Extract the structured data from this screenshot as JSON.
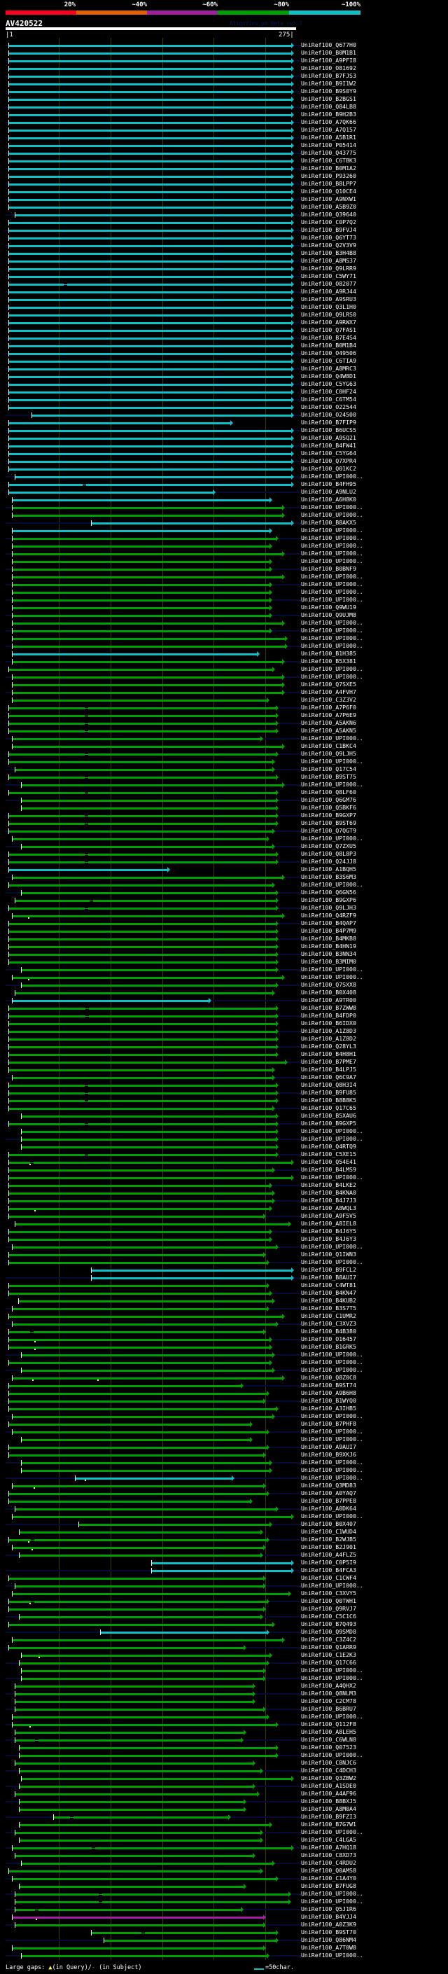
{
  "header": {
    "percent_labels": [
      "20%",
      "~40%",
      "~60%",
      "~80%",
      "~100%"
    ],
    "percent_colors": [
      "#ff0020",
      "#e06000",
      "#a020a0",
      "#00a000",
      "#10c0c8"
    ],
    "query_name": "AV420522",
    "version_text": "AlignView.pm Beta rel.7",
    "ruler_start": "|1",
    "ruler_end": "275|"
  },
  "query_length": 275,
  "grid_positions": [
    50,
    100,
    150,
    200,
    250
  ],
  "colors": {
    "c": "#10c0c8",
    "g": "#00a000",
    "p": "#a020a0"
  },
  "rows": [
    [
      "UniRef100_Q677H0",
      "c",
      1,
      275
    ],
    [
      "UniRef100_B0M1B1",
      "c",
      1,
      275
    ],
    [
      "UniRef100_A9PFI8",
      "c",
      1,
      275
    ],
    [
      "UniRef100_O81692",
      "c",
      1,
      275
    ],
    [
      "UniRef100_B7FJS3",
      "c",
      1,
      275
    ],
    [
      "UniRef100_B9I1W2",
      "c",
      1,
      275
    ],
    [
      "UniRef100_B9S0Y9",
      "c",
      1,
      275
    ],
    [
      "UniRef100_B2BGS1",
      "c",
      1,
      275
    ],
    [
      "UniRef100_Q84LB8",
      "c",
      1,
      275
    ],
    [
      "UniRef100_B9H2B3",
      "c",
      1,
      275
    ],
    [
      "UniRef100_A7QK66",
      "c",
      1,
      275
    ],
    [
      "UniRef100_A7Q157",
      "c",
      1,
      275
    ],
    [
      "UniRef100_A5B1R1",
      "c",
      1,
      275
    ],
    [
      "UniRef100_P05414",
      "c",
      1,
      275
    ],
    [
      "UniRef100_Q43775",
      "c",
      1,
      275
    ],
    [
      "UniRef100_C6TBK3",
      "c",
      1,
      275
    ],
    [
      "UniRef100_B0M1A2",
      "c",
      1,
      275
    ],
    [
      "UniRef100_P93260",
      "c",
      1,
      275
    ],
    [
      "UniRef100_B8LPP7",
      "c",
      1,
      275
    ],
    [
      "UniRef100_Q10CE4",
      "c",
      1,
      275
    ],
    [
      "UniRef100_A9NXW1",
      "c",
      1,
      275
    ],
    [
      "UniRef100_A5B9Z0",
      "c",
      1,
      275
    ],
    [
      "UniRef100_Q39640",
      "c",
      7,
      275
    ],
    [
      "UniRef100_C0P7Q2",
      "c",
      1,
      275
    ],
    [
      "UniRef100_B9FVJ4",
      "c",
      1,
      275
    ],
    [
      "UniRef100_Q6YT73",
      "c",
      1,
      275
    ],
    [
      "UniRef100_Q2V3V9",
      "c",
      1,
      275
    ],
    [
      "UniRef100_B3H4B8",
      "c",
      1,
      275
    ],
    [
      "UniRef100_A8MS37",
      "c",
      1,
      275
    ],
    [
      "UniRef100_Q9LRR9",
      "c",
      1,
      275
    ],
    [
      "UniRef100_C5WY71",
      "c",
      1,
      275
    ],
    [
      "UniRef100_O82077",
      "c",
      1,
      275,
      56
    ],
    [
      "UniRef100_A9RJ44",
      "c",
      1,
      275
    ],
    [
      "UniRef100_A9SRU3",
      "c",
      1,
      275
    ],
    [
      "UniRef100_Q3L1H0",
      "c",
      1,
      275
    ],
    [
      "UniRef100_Q9LRS0",
      "c",
      1,
      275
    ],
    [
      "UniRef100_A9RWX7",
      "c",
      1,
      275
    ],
    [
      "UniRef100_Q7FAS1",
      "c",
      1,
      275
    ],
    [
      "UniRef100_B7E4S4",
      "c",
      1,
      275
    ],
    [
      "UniRef100_B0M1B4",
      "c",
      1,
      275
    ],
    [
      "UniRef100_O49506",
      "c",
      1,
      275
    ],
    [
      "UniRef100_C6TIA9",
      "c",
      1,
      275
    ],
    [
      "UniRef100_A8MRC3",
      "c",
      1,
      275
    ],
    [
      "UniRef100_Q4W8D1",
      "c",
      1,
      275
    ],
    [
      "UniRef100_C5YG63",
      "c",
      1,
      275
    ],
    [
      "UniRef100_C0HF24",
      "c",
      1,
      275
    ],
    [
      "UniRef100_C6TM54",
      "c",
      1,
      275
    ],
    [
      "UniRef100_O22544",
      "c",
      1,
      275
    ],
    [
      "UniRef100_O24500",
      "c",
      23,
      275
    ],
    [
      "UniRef100_B7FIP9",
      "c",
      1,
      216
    ],
    [
      "UniRef100_B6UCS5",
      "c",
      1,
      275
    ],
    [
      "UniRef100_A9SQ21",
      "c",
      1,
      275
    ],
    [
      "UniRef100_B4FW41",
      "c",
      1,
      275
    ],
    [
      "UniRef100_C5YG64",
      "c",
      1,
      275
    ],
    [
      "UniRef100_Q7XPR4",
      "c",
      1,
      275
    ],
    [
      "UniRef100_Q01KC2",
      "c",
      1,
      275
    ],
    [
      "UniRef100_UPI000..",
      "c",
      7,
      275
    ],
    [
      "UniRef100_B4FH95",
      "c",
      1,
      275,
      74
    ],
    [
      "UniRef100_A9NLU2",
      "c",
      1,
      199
    ],
    [
      "UniRef100_A6H8K0",
      "c",
      4,
      254
    ],
    [
      "UniRef100_UPI000..",
      "g",
      4,
      266
    ],
    [
      "UniRef100_UPI000..",
      "g",
      4,
      266
    ],
    [
      "UniRef100_B8AKX5",
      "c",
      81,
      275
    ],
    [
      "UniRef100_UPI000..",
      "c",
      4,
      254
    ],
    [
      "UniRef100_UPI000..",
      "g",
      4,
      260
    ],
    [
      "UniRef100_UPI000..",
      "g",
      4,
      254
    ],
    [
      "UniRef100_UPI000..",
      "g",
      4,
      266
    ],
    [
      "UniRef100_UPI000..",
      "g",
      4,
      254
    ],
    [
      "UniRef100_B0BNF9",
      "g",
      4,
      254
    ],
    [
      "UniRef100_UPI000..",
      "g",
      4,
      266
    ],
    [
      "UniRef100_UPI000..",
      "g",
      4,
      254
    ],
    [
      "UniRef100_UPI000..",
      "g",
      4,
      254
    ],
    [
      "UniRef100_UPI000..",
      "g",
      4,
      254
    ],
    [
      "UniRef100_Q9WU19",
      "g",
      4,
      254
    ],
    [
      "UniRef100_Q9UJM8",
      "g",
      4,
      254
    ],
    [
      "UniRef100_UPI000..",
      "g",
      4,
      266
    ],
    [
      "UniRef100_UPI000..",
      "g",
      4,
      254
    ],
    [
      "UniRef100_UPI000..",
      "g",
      4,
      269
    ],
    [
      "UniRef100_UPI000..",
      "g",
      4,
      269
    ],
    [
      "UniRef100_B1H385",
      "c",
      4,
      242
    ],
    [
      "UniRef100_B5X381",
      "g",
      4,
      266
    ],
    [
      "UniRef100_UPI000..",
      "g",
      1,
      257
    ],
    [
      "UniRef100_UPI000..",
      "g",
      4,
      266
    ],
    [
      "UniRef100_Q7SXE5",
      "g",
      4,
      266
    ],
    [
      "UniRef100_A4FVH7",
      "g",
      4,
      266
    ],
    [
      "UniRef100_C3Z3V2",
      "g",
      4,
      251
    ],
    [
      "UniRef100_A7P6F0",
      "g",
      1,
      260,
      76
    ],
    [
      "UniRef100_A7P6E9",
      "g",
      1,
      260,
      76
    ],
    [
      "UniRef100_A5AKN6",
      "g",
      1,
      260,
      76
    ],
    [
      "UniRef100_A5AKN5",
      "g",
      1,
      260,
      76
    ],
    [
      "UniRef100_UPI000..",
      "g",
      4,
      245
    ],
    [
      "UniRef100_C1BKC4",
      "g",
      4,
      266
    ],
    [
      "UniRef100_Q9LJH5",
      "g",
      1,
      260,
      76
    ],
    [
      "UniRef100_UPI000..",
      "g",
      1,
      257
    ],
    [
      "UniRef100_Q17C54",
      "g",
      7,
      257
    ],
    [
      "UniRef100_B9ST75",
      "g",
      1,
      260,
      76
    ],
    [
      "UniRef100_UPI000..",
      "g",
      13,
      266
    ],
    [
      "UniRef100_Q8LF60",
      "g",
      1,
      260,
      76
    ],
    [
      "UniRef100_Q6GM76",
      "g",
      13,
      260
    ],
    [
      "UniRef100_Q5BKF6",
      "g",
      13,
      260
    ],
    [
      "UniRef100_B9GXP7",
      "g",
      1,
      260,
      76
    ],
    [
      "UniRef100_B9ST69",
      "g",
      1,
      260,
      76
    ],
    [
      "UniRef100_Q7QGT9",
      "g",
      1,
      257
    ],
    [
      "UniRef100_UPI000..",
      "g",
      4,
      251
    ],
    [
      "UniRef100_Q7ZXU5",
      "g",
      13,
      257
    ],
    [
      "UniRef100_Q8L8P3",
      "g",
      1,
      260,
      76
    ],
    [
      "UniRef100_Q24JJ8",
      "g",
      1,
      260,
      76
    ],
    [
      "UniRef100_A1BQH5",
      "c",
      1,
      155
    ],
    [
      "UniRef100_B3S6M3",
      "g",
      4,
      266
    ],
    [
      "UniRef100_UPI000..",
      "g",
      1,
      257
    ],
    [
      "UniRef100_Q6GN56",
      "g",
      13,
      260
    ],
    [
      "UniRef100_B9GXP6",
      "g",
      7,
      260,
      81
    ],
    [
      "UniRef100_Q9LJH3",
      "g",
      1,
      260,
      76
    ],
    [
      "UniRef100_Q4RZF9",
      "g",
      4,
      266,
      0,
      20
    ],
    [
      "UniRef100_B4QAP7",
      "g",
      1,
      260
    ],
    [
      "UniRef100_B4P7M9",
      "g",
      1,
      260
    ],
    [
      "UniRef100_B4MKB8",
      "g",
      1,
      260
    ],
    [
      "UniRef100_B4HN19",
      "g",
      1,
      260
    ],
    [
      "UniRef100_B3NN34",
      "g",
      1,
      260
    ],
    [
      "UniRef100_B3MIM0",
      "g",
      1,
      260
    ],
    [
      "UniRef100_UPI000..",
      "g",
      13,
      260
    ],
    [
      "UniRef100_UPI000..",
      "g",
      4,
      266,
      0,
      20
    ],
    [
      "UniRef100_Q7SXX8",
      "g",
      13,
      260
    ],
    [
      "UniRef100_B0X408",
      "g",
      7,
      257
    ],
    [
      "UniRef100_A9TR00",
      "c",
      4,
      195
    ],
    [
      "UniRef100_B7ZWW8",
      "g",
      1,
      260,
      77
    ],
    [
      "UniRef100_B4FDP0",
      "g",
      1,
      260,
      77
    ],
    [
      "UniRef100_B6IDX0",
      "g",
      1,
      260
    ],
    [
      "UniRef100_A1Z8D3",
      "g",
      1,
      260
    ],
    [
      "UniRef100_A1Z8D2",
      "g",
      1,
      260
    ],
    [
      "UniRef100_Q28YL3",
      "g",
      1,
      260
    ],
    [
      "UniRef100_B4H8H1",
      "g",
      1,
      260
    ],
    [
      "UniRef100_B7PME7",
      "g",
      1,
      269
    ],
    [
      "UniRef100_B4LPJ5",
      "g",
      1,
      257
    ],
    [
      "UniRef100_Q6C9A7",
      "g",
      4,
      257
    ],
    [
      "UniRef100_Q8H3I4",
      "g",
      1,
      260,
      76
    ],
    [
      "UniRef100_B9FU85",
      "g",
      1,
      260,
      76
    ],
    [
      "UniRef100_B8B8K5",
      "g",
      1,
      260,
      76
    ],
    [
      "UniRef100_Q17C65",
      "g",
      1,
      257
    ],
    [
      "UniRef100_B5XAU6",
      "g",
      13,
      260
    ],
    [
      "UniRef100_B9GXP5",
      "g",
      1,
      260,
      76
    ],
    [
      "UniRef100_UPI000..",
      "g",
      13,
      260
    ],
    [
      "UniRef100_UPI000..",
      "g",
      13,
      260
    ],
    [
      "UniRef100_Q4RTQ9",
      "g",
      13,
      260
    ],
    [
      "UniRef100_C5XE15",
      "g",
      1,
      260,
      76
    ],
    [
      "UniRef100_Q54E41",
      "g",
      1,
      275,
      23,
      21
    ],
    [
      "UniRef100_B4LMS9",
      "g",
      1,
      257
    ],
    [
      "UniRef100_UPI000..",
      "g",
      1,
      275
    ],
    [
      "UniRef100_B4LKE2",
      "g",
      1,
      254
    ],
    [
      "UniRef100_B4KNA0",
      "g",
      1,
      257
    ],
    [
      "UniRef100_B4J7J3",
      "g",
      1,
      257
    ],
    [
      "UniRef100_A8WQL3",
      "g",
      1,
      254,
      0,
      26
    ],
    [
      "UniRef100_A9F5V5",
      "g",
      1,
      248
    ],
    [
      "UniRef100_A8IEL8",
      "g",
      7,
      272
    ],
    [
      "UniRef100_B4J6Y5",
      "g",
      1,
      254
    ],
    [
      "UniRef100_B4J6Y3",
      "g",
      1,
      254
    ],
    [
      "UniRef100_UPI000..",
      "g",
      4,
      260
    ],
    [
      "UniRef100_Q1IWN3",
      "g",
      1,
      248
    ],
    [
      "UniRef100_UPI000..",
      "g",
      1,
      251
    ],
    [
      "UniRef100_B9FCL2",
      "c",
      81,
      275
    ],
    [
      "UniRef100_B8AUI7",
      "c",
      81,
      275
    ],
    [
      "UniRef100_C4WT81",
      "g",
      1,
      251
    ],
    [
      "UniRef100_B4KN47",
      "g",
      1,
      254
    ],
    [
      "UniRef100_B4KUB2",
      "g",
      10,
      257
    ],
    [
      "UniRef100_B3S7T5",
      "g",
      4,
      251
    ],
    [
      "UniRef100_C1UMR2",
      "g",
      1,
      266
    ],
    [
      "UniRef100_C3XVZ3",
      "g",
      4,
      260
    ],
    [
      "UniRef100_B4B380",
      "g",
      1,
      248,
      23
    ],
    [
      "UniRef100_O16457",
      "g",
      1,
      254,
      0,
      26
    ],
    [
      "UniRef100_B1GRK5",
      "g",
      1,
      254,
      0,
      26
    ],
    [
      "UniRef100_UPI000..",
      "g",
      13,
      257
    ],
    [
      "UniRef100_UPI000..",
      "g",
      1,
      254
    ],
    [
      "UniRef100_UPI000..",
      "g",
      13,
      257
    ],
    [
      "UniRef100_Q8Z0C8",
      "g",
      4,
      266,
      0,
      24,
      87
    ],
    [
      "UniRef100_B9ST74",
      "g",
      1,
      226
    ],
    [
      "UniRef100_A9B6H8",
      "g",
      1,
      251
    ],
    [
      "UniRef100_B1WYQ0",
      "g",
      1,
      248
    ],
    [
      "UniRef100_A3IHB5",
      "g",
      1,
      260
    ],
    [
      "UniRef100_UPI000..",
      "g",
      4,
      257
    ],
    [
      "UniRef100_B7PHF8",
      "g",
      1,
      235
    ],
    [
      "UniRef100_UPI000..",
      "g",
      4,
      251
    ],
    [
      "UniRef100_UPI000..",
      "g",
      13,
      235
    ],
    [
      "UniRef100_A9AUI7",
      "g",
      1,
      251
    ],
    [
      "UniRef100_B9XKJ6",
      "g",
      1,
      248
    ],
    [
      "UniRef100_UPI000..",
      "g",
      13,
      254
    ],
    [
      "UniRef100_UPI000..",
      "g",
      13,
      254
    ],
    [
      "UniRef100_UPI000..",
      "c",
      65,
      217,
      0,
      75
    ],
    [
      "UniRef100_Q3MD83",
      "g",
      4,
      248,
      0,
      25
    ],
    [
      "UniRef100_A0YAQ7",
      "g",
      1,
      251
    ],
    [
      "UniRef100_B7PPE8",
      "g",
      1,
      235
    ],
    [
      "UniRef100_A0DK64",
      "g",
      7,
      260
    ],
    [
      "UniRef100_UPI000..",
      "g",
      4,
      275
    ],
    [
      "UniRef100_B0X407",
      "g",
      69,
      254
    ],
    [
      "UniRef100_C1WUD4",
      "g",
      11,
      245
    ],
    [
      "UniRef100_B2WJB5",
      "g",
      1,
      251,
      24,
      20
    ],
    [
      "UniRef100_B2J901",
      "g",
      4,
      248,
      0,
      23
    ],
    [
      "UniRef100_A4FLZ5",
      "g",
      11,
      245
    ],
    [
      "UniRef100_C0P5I9",
      "c",
      139,
      275
    ],
    [
      "UniRef100_B4FCA3",
      "c",
      139,
      275
    ],
    [
      "UniRef100_C1CWF4",
      "g",
      1,
      248
    ],
    [
      "UniRef100_UPI000..",
      "g",
      7,
      248
    ],
    [
      "UniRef100_C3XVY5",
      "g",
      4,
      272
    ],
    [
      "UniRef100_Q0TWH1",
      "g",
      1,
      251,
      24,
      21
    ],
    [
      "UniRef100_Q9RVJ7",
      "g",
      1,
      248
    ],
    [
      "UniRef100_C5C1C6",
      "g",
      11,
      245
    ],
    [
      "UniRef100_B7Q493",
      "g",
      1,
      257
    ],
    [
      "UniRef100_Q9SMD8",
      "c",
      90,
      251
    ],
    [
      "UniRef100_C3Z4C2",
      "g",
      4,
      266
    ],
    [
      "UniRef100_Q1ARR9",
      "g",
      1,
      229
    ],
    [
      "UniRef100_C1E2K3",
      "g",
      13,
      254,
      0,
      30
    ],
    [
      "UniRef100_Q17C66",
      "g",
      11,
      251
    ],
    [
      "UniRef100_UPI000..",
      "g",
      13,
      248
    ],
    [
      "UniRef100_UPI000..",
      "g",
      13,
      248
    ],
    [
      "UniRef100_A4QHX2",
      "g",
      7,
      238
    ],
    [
      "UniRef100_Q8NLM3",
      "g",
      7,
      238
    ],
    [
      "UniRef100_C2CM78",
      "g",
      7,
      238
    ],
    [
      "UniRef100_B6BRU7",
      "g",
      7,
      248
    ],
    [
      "UniRef100_UPI000..",
      "g",
      4,
      251
    ],
    [
      "UniRef100_Q112F8",
      "g",
      4,
      260,
      0,
      21
    ],
    [
      "UniRef100_A8LEH5",
      "g",
      7,
      229
    ],
    [
      "UniRef100_C6WLN8",
      "g",
      7,
      226,
      28
    ],
    [
      "UniRef100_Q07523",
      "g",
      11,
      260
    ],
    [
      "UniRef100_UPI000..",
      "g",
      11,
      260
    ],
    [
      "UniRef100_C8NJC6",
      "g",
      7,
      238
    ],
    [
      "UniRef100_C4DCH3",
      "g",
      11,
      245
    ],
    [
      "UniRef100_Q3ZBW2",
      "g",
      13,
      275
    ],
    [
      "UniRef100_A1SDE0",
      "g",
      11,
      238
    ],
    [
      "UniRef100_A4AF96",
      "g",
      7,
      242
    ],
    [
      "UniRef100_B8BXJ5",
      "g",
      11,
      229
    ],
    [
      "UniRef100_A8M0A4",
      "g",
      11,
      229
    ],
    [
      "UniRef100_B9FZI3",
      "g",
      44,
      214,
      62
    ],
    [
      "UniRef100_B7G7W1",
      "g",
      11,
      254
    ],
    [
      "UniRef100_UPI000..",
      "g",
      7,
      245
    ],
    [
      "UniRef100_C4LGA5",
      "g",
      11,
      245
    ],
    [
      "UniRef100_A7HQ18",
      "g",
      4,
      275,
      83
    ],
    [
      "UniRef100_C8XD73",
      "g",
      7,
      238
    ],
    [
      "UniRef100_C4RDU2",
      "g",
      13,
      257
    ],
    [
      "UniRef100_Q0AMS8",
      "g",
      1,
      245
    ],
    [
      "UniRef100_C1A4Y0",
      "g",
      4,
      260
    ],
    [
      "UniRef100_B7FUG8",
      "g",
      11,
      229
    ],
    [
      "UniRef100_UPI000..",
      "g",
      7,
      272,
      90
    ],
    [
      "UniRef100_UPI000..",
      "g",
      7,
      272,
      90
    ],
    [
      "UniRef100_Q5J1R6",
      "g",
      7,
      226,
      28
    ],
    [
      "UniRef100_B4VJJ4",
      "p",
      4,
      248,
      0,
      27
    ],
    [
      "UniRef100_A0Z3K9",
      "g",
      7,
      248
    ],
    [
      "UniRef100_B9ST70",
      "g",
      81,
      260,
      131
    ],
    [
      "UniRef100_Q86NM4",
      "g",
      93,
      260
    ],
    [
      "UniRef100_A7T0W8",
      "g",
      4,
      248
    ],
    [
      "UniRef100_UPI000..",
      "g",
      13,
      251
    ]
  ],
  "footer": {
    "gaps_label": "Large gaps: ",
    "query_gap_icon": "▲",
    "query_gap_text": "(in Query)/",
    "subject_gap_icon": "-",
    "subject_gap_text": " (in Subject)",
    "scale_text": "=50char."
  }
}
